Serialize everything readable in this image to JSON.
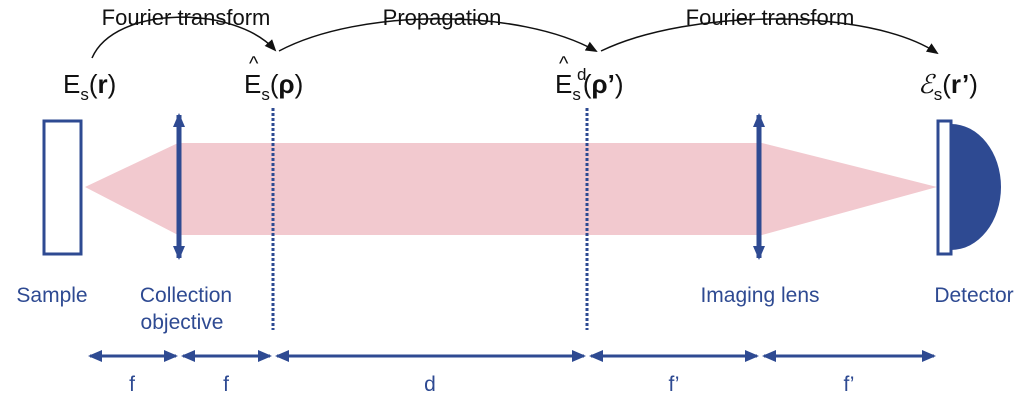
{
  "colors": {
    "blue": "#2e4a92",
    "beam": "#f2c9cf",
    "text": "#111111",
    "white": "#ffffff"
  },
  "transforms": {
    "left": "Fourier transform",
    "middle": "Propagation",
    "right": "Fourier transform"
  },
  "planes": {
    "sample_field": {
      "base": "E",
      "sub": "s",
      "paren_open": "(",
      "var": "r",
      "paren_close": ")"
    },
    "pupil_field": {
      "hat": "^",
      "base": "E",
      "sub": "s",
      "paren_open": "(",
      "var": "ρ",
      "paren_close": ")"
    },
    "detected_pupil_field": {
      "hat": "^",
      "base": "E",
      "sup": "d",
      "sub": "s",
      "paren_open": "(",
      "var": "ρ’",
      "paren_close": ")"
    },
    "image_field": {
      "base": "ℰ",
      "sub": "s",
      "paren_open": "(",
      "var": "r’",
      "paren_close": ")"
    }
  },
  "components": {
    "sample": "Sample",
    "objective_line1": "Collection",
    "objective_line2": "objective",
    "imaging_lens": "Imaging lens",
    "detector": "Detector"
  },
  "distances": [
    "f",
    "f",
    "d",
    "f’",
    "f’"
  ],
  "icons": {
    "sample": "rectangle-outline",
    "lens": "double-headed-arrow",
    "detector": "half-disc-detector",
    "plane": "dotted-line"
  }
}
